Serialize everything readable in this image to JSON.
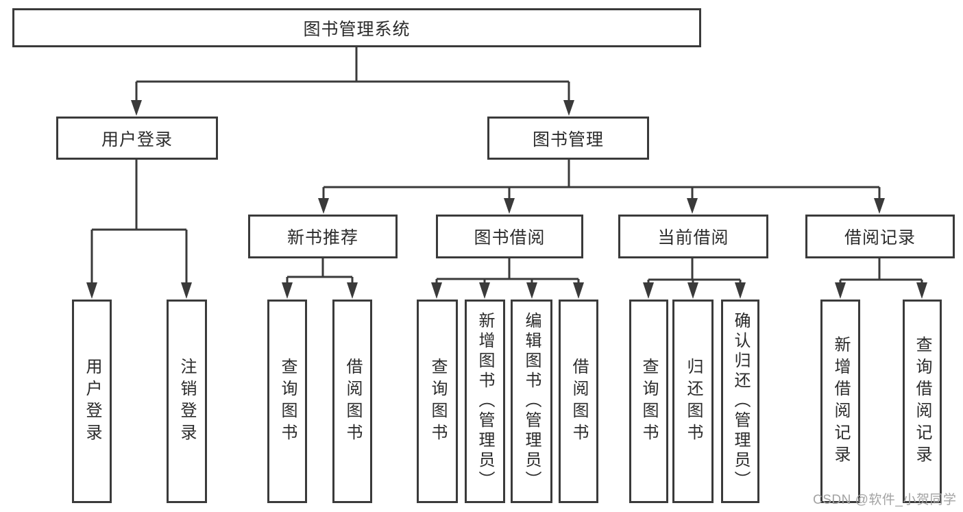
{
  "colors": {
    "line": "#3a3a3a",
    "text": "#2b2b2b",
    "box_fill": "#ffffff",
    "watermark": "#a3a3a3",
    "background": "#ffffff"
  },
  "watermark": {
    "text": "CSDN @软件_小贺同学"
  },
  "tree": {
    "label": "图书管理系统",
    "children": [
      {
        "label": "用户登录",
        "children": [
          {
            "label": "用户登录"
          },
          {
            "label": "注销登录"
          }
        ]
      },
      {
        "label": "图书管理",
        "children": [
          {
            "label": "新书推荐",
            "children": [
              {
                "label": "查询图书"
              },
              {
                "label": "借阅图书"
              }
            ]
          },
          {
            "label": "图书借阅",
            "children": [
              {
                "label": "查询图书"
              },
              {
                "label": "新增图书（管理员）"
              },
              {
                "label": "编辑图书（管理员）"
              },
              {
                "label": "借阅图书"
              }
            ]
          },
          {
            "label": "当前借阅",
            "children": [
              {
                "label": "查询图书"
              },
              {
                "label": "归还图书"
              },
              {
                "label": "确认归还（管理员）"
              }
            ]
          },
          {
            "label": "借阅记录",
            "children": [
              {
                "label": "新增借阅记录"
              },
              {
                "label": "查询借阅记录"
              }
            ]
          }
        ]
      }
    ]
  }
}
